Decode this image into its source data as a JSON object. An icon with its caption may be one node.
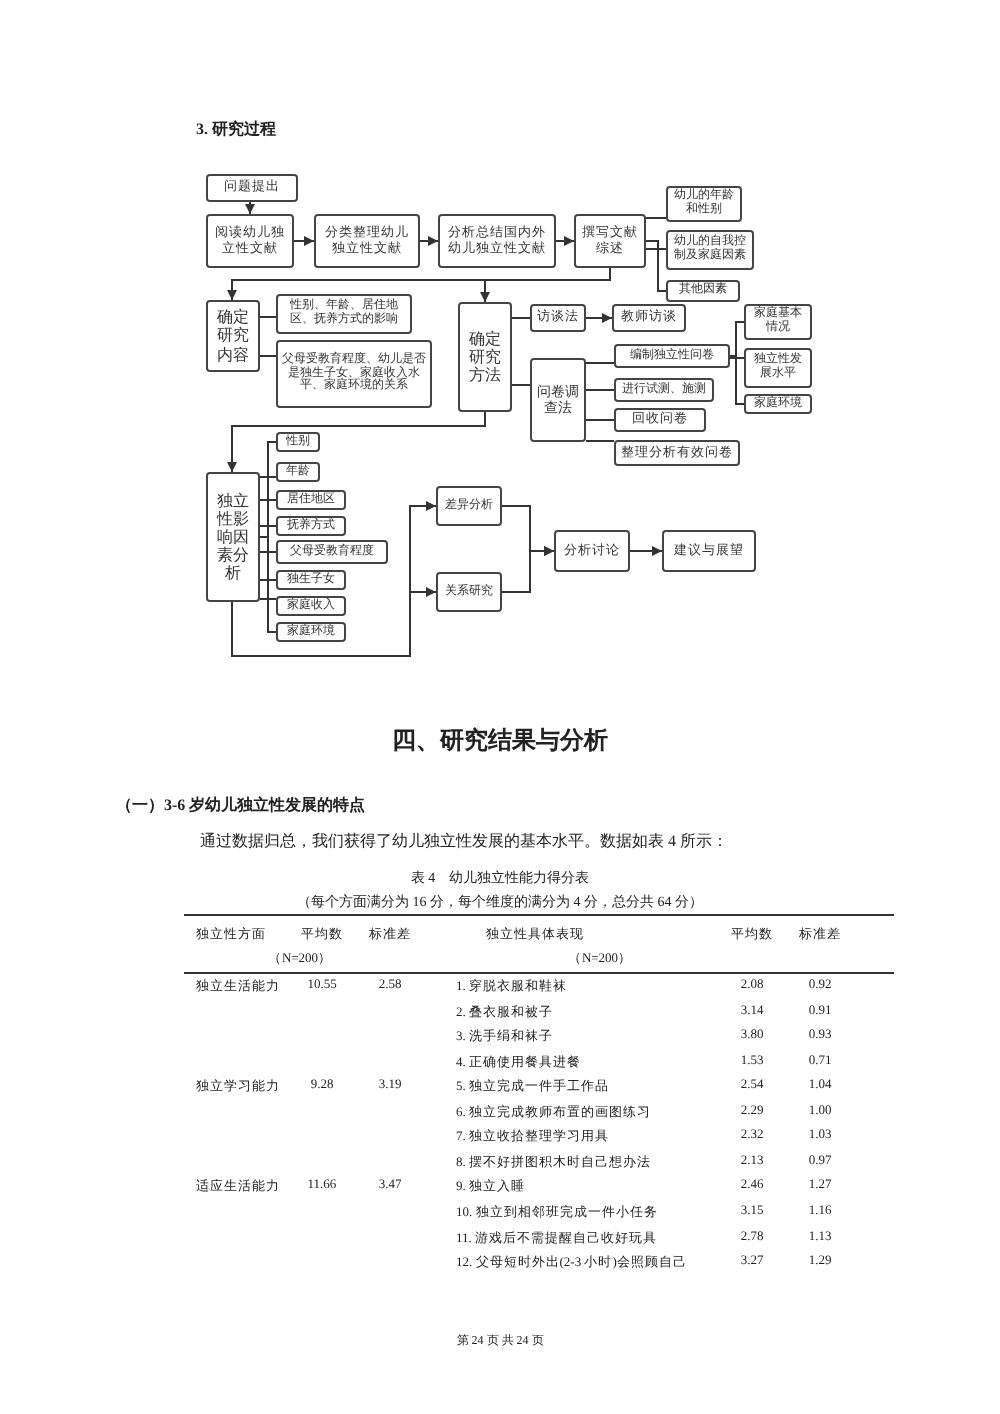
{
  "diagram": {
    "nodes": [
      {
        "text": [
          "问题提出"
        ]
      },
      {
        "text": [
          "阅读幼儿独立性文献"
        ]
      },
      {
        "text": [
          "分类整理幼儿独立性文献"
        ]
      },
      {
        "text": [
          "分析总结国内外幼儿独立性文献"
        ]
      },
      {
        "text": [
          "撰写文献综述"
        ]
      },
      {
        "text": [
          "幼儿的年龄和性别"
        ]
      },
      {
        "text": [
          "幼儿的自我控制及家庭因素"
        ]
      },
      {
        "text": [
          "其他因素"
        ]
      },
      {
        "text": [
          "确定研究内容"
        ]
      },
      {
        "text": [
          "性别、年龄、居住地区、抚养方式的影响"
        ]
      },
      {
        "text": [
          "父母受教育程度、幼儿是否是独生子女、家庭收入水平、家庭环境的关系"
        ]
      },
      {
        "text": [
          "确定研究方法"
        ]
      },
      {
        "text": [
          "访谈法"
        ]
      },
      {
        "text": [
          "教师访谈"
        ]
      },
      {
        "text": [
          "问卷调查法"
        ]
      },
      {
        "text": [
          "编制独立性问卷"
        ]
      },
      {
        "text": [
          "家庭基本情况"
        ]
      },
      {
        "text": [
          "独立性发展水平"
        ]
      },
      {
        "text": [
          "家庭环境"
        ]
      },
      {
        "text": [
          "进行试测、施测"
        ]
      },
      {
        "text": [
          "回收问卷"
        ]
      },
      {
        "text": [
          "整理分析有效问卷"
        ]
      },
      {
        "text": [
          "独立性影响因素分析"
        ]
      },
      {
        "text": [
          "性别"
        ]
      },
      {
        "text": [
          "年龄"
        ]
      },
      {
        "text": [
          "居住地区"
        ]
      },
      {
        "text": [
          "抚养方式"
        ]
      },
      {
        "text": [
          "父母受教育程度"
        ]
      },
      {
        "text": [
          "独生子女"
        ]
      },
      {
        "text": [
          "家庭收入"
        ]
      },
      {
        "text": [
          "家庭环境"
        ]
      },
      {
        "text": [
          "差异分析"
        ]
      },
      {
        "text": [
          "关系研究"
        ]
      },
      {
        "text": [
          "分析讨论"
        ]
      },
      {
        "text": [
          "建议与展望"
        ]
      }
    ],
    "edges": [
      {
        "from": 0,
        "to": 1,
        "arrow": "to"
      },
      {
        "from": 1,
        "to": 2,
        "arrow": "to"
      },
      {
        "from": 2,
        "to": 3,
        "arrow": "to"
      },
      {
        "from": 3,
        "to": 4,
        "arrow": "to"
      },
      {
        "from": 4,
        "to": 5,
        "arrow": "none"
      },
      {
        "from": 4,
        "to": 6,
        "arrow": "none"
      },
      {
        "from": 4,
        "to": 7,
        "arrow": "none"
      },
      {
        "from": 4,
        "to": 8,
        "arrow": "to"
      },
      {
        "from": 4,
        "to": 11,
        "arrow": "to"
      },
      {
        "from": 8,
        "to": 9,
        "arrow": "none"
      },
      {
        "from": 8,
        "to": 10,
        "arrow": "none"
      },
      {
        "from": 11,
        "to": 12,
        "arrow": "none"
      },
      {
        "from": 11,
        "to": 14,
        "arrow": "none"
      },
      {
        "from": 12,
        "to": 13,
        "arrow": "to"
      },
      {
        "from": 14,
        "to": 15,
        "arrow": "none"
      },
      {
        "from": 14,
        "to": 19,
        "arrow": "none"
      },
      {
        "from": 14,
        "to": 20,
        "arrow": "none"
      },
      {
        "from": 14,
        "to": 21,
        "arrow": "none"
      },
      {
        "from": 15,
        "to": 16,
        "arrow": "none"
      },
      {
        "from": 15,
        "to": 17,
        "arrow": "none"
      },
      {
        "from": 15,
        "to": 18,
        "arrow": "none"
      },
      {
        "from": 11,
        "to": 22,
        "arrow": "to"
      },
      {
        "from": 22,
        "to": 23,
        "arrow": "none"
      },
      {
        "from": 22,
        "to": 24,
        "arrow": "none"
      },
      {
        "from": 22,
        "to": 25,
        "arrow": "none"
      },
      {
        "from": 22,
        "to": 26,
        "arrow": "none"
      },
      {
        "from": 22,
        "to": 27,
        "arrow": "none"
      },
      {
        "from": 22,
        "to": 28,
        "arrow": "none"
      },
      {
        "from": 22,
        "to": 29,
        "arrow": "none"
      },
      {
        "from": 22,
        "to": 30,
        "arrow": "none"
      },
      {
        "from": 22,
        "to": 31,
        "arrow": "to"
      },
      {
        "from": 22,
        "to": 32,
        "arrow": "to"
      },
      {
        "from": 31,
        "to": 33,
        "arrow": "to"
      },
      {
        "from": 32,
        "to": 33,
        "arrow": "to"
      },
      {
        "from": 33,
        "to": 34,
        "arrow": "to"
      }
    ],
    "labels": [
      "3. 研究过程",
      "四、研究结果与分析",
      "（一）3-6 岁幼儿独立性发展的特点",
      "通过数据归总，我们获得了幼儿独立性发展的基本水平。数据如表 4 所示：",
      "表 4　幼儿独立性能力得分表",
      "（每个方面满分为 16 分，每个维度的满分为 4 分，总分共 64 分）",
      "独立性方面",
      "平均数",
      "标准差",
      "独立性具体表现",
      "平均数",
      "标准差",
      "（N=200）",
      "（N=200）",
      "独立生活能力",
      "10.55",
      "2.58",
      "1. 穿脱衣服和鞋袜",
      "2.08",
      "0.92",
      "2. 叠衣服和被子",
      "3.14",
      "0.91",
      "3. 洗手绢和袜子",
      "3.80",
      "0.93",
      "4. 正确使用餐具进餐",
      "1.53",
      "0.71",
      "独立学习能力",
      "9.28",
      "3.19",
      "5. 独立完成一件手工作品",
      "2.54",
      "1.04",
      "6. 独立完成教师布置的画图练习",
      "2.29",
      "1.00",
      "7. 独立收拾整理学习用具",
      "2.32",
      "1.03",
      "8. 摆不好拼图积木时自己想办法",
      "2.13",
      "0.97",
      "适应生活能力",
      "11.66",
      "3.47",
      "9. 独立入睡",
      "2.46",
      "1.27",
      "10. 独立到相邻班完成一件小任务",
      "3.15",
      "1.16",
      "11. 游戏后不需提醒自己收好玩具",
      "2.78",
      "1.13",
      "12. 父母短时外出(2-3 小时)会照顾自己",
      "3.27",
      "1.29",
      "第 24 页 共 24 页"
    ]
  }
}
